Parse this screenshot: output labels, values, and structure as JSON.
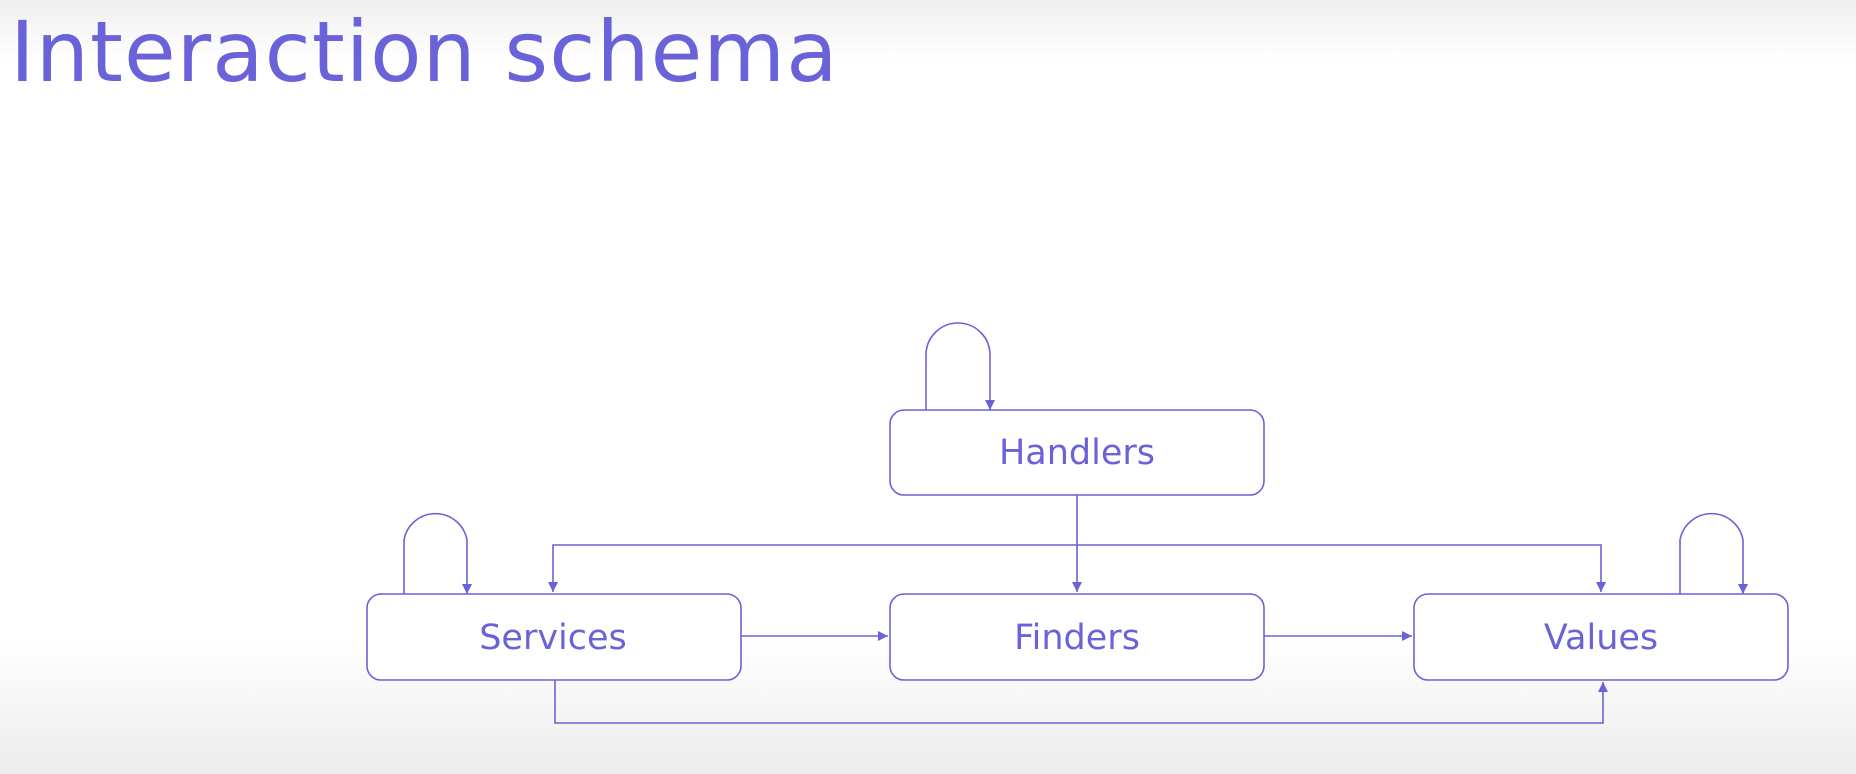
{
  "slide": {
    "title": "Interaction schema"
  },
  "colors": {
    "accent": "#6a62d8",
    "background": "#ffffff"
  },
  "diagram": {
    "nodes": [
      {
        "id": "handlers",
        "label": "Handlers"
      },
      {
        "id": "services",
        "label": "Services"
      },
      {
        "id": "finders",
        "label": "Finders"
      },
      {
        "id": "values",
        "label": "Values"
      }
    ],
    "edges": [
      {
        "from": "handlers",
        "to": "handlers"
      },
      {
        "from": "handlers",
        "to": "finders"
      },
      {
        "from": "handlers",
        "to": "services"
      },
      {
        "from": "handlers",
        "to": "values"
      },
      {
        "from": "services",
        "to": "services"
      },
      {
        "from": "services",
        "to": "finders"
      },
      {
        "from": "services",
        "to": "values"
      },
      {
        "from": "finders",
        "to": "values"
      },
      {
        "from": "values",
        "to": "values"
      }
    ]
  }
}
